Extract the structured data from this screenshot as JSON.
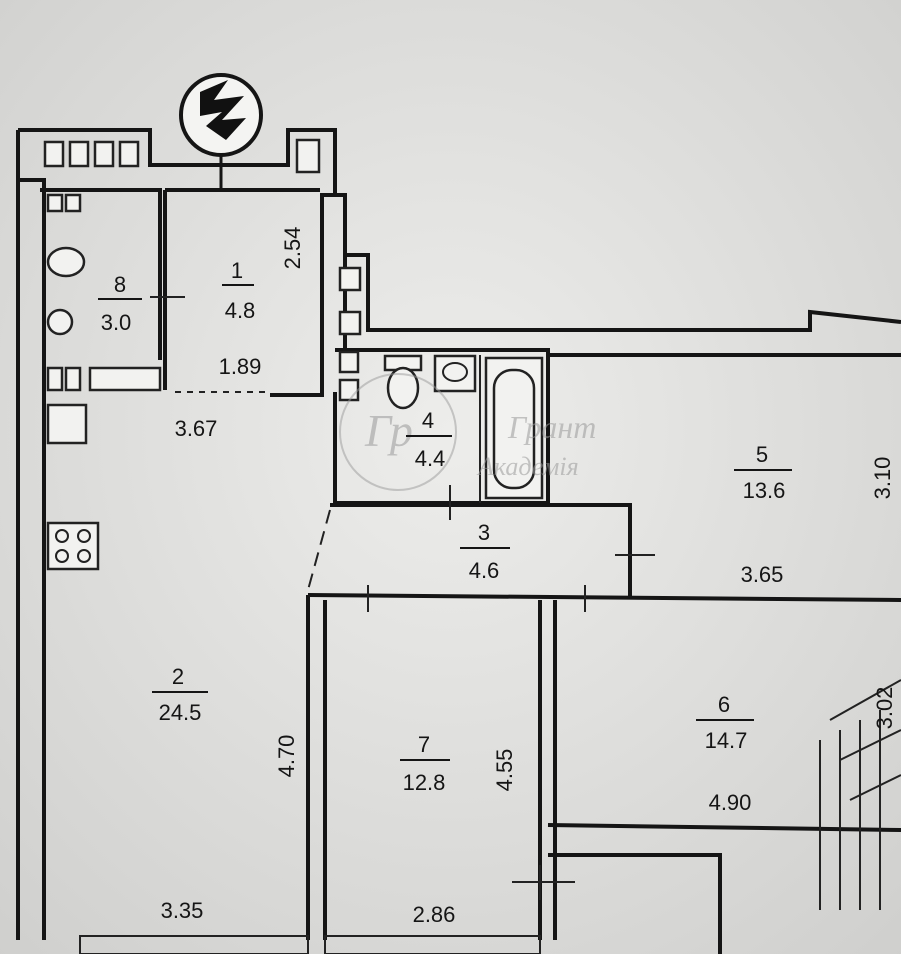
{
  "rooms": [
    {
      "number": "1",
      "area": "4.8"
    },
    {
      "number": "2",
      "area": "24.5"
    },
    {
      "number": "3",
      "area": "4.6"
    },
    {
      "number": "4",
      "area": "4.4"
    },
    {
      "number": "5",
      "area": "13.6"
    },
    {
      "number": "6",
      "area": "14.7"
    },
    {
      "number": "7",
      "area": "12.8"
    },
    {
      "number": "8",
      "area": "3.0"
    }
  ],
  "dimensions": [
    "2.54",
    "1.89",
    "3.67",
    "3.10",
    "3.65",
    "4.70",
    "4.55",
    "3.35",
    "2.86",
    "4.90",
    "3.02"
  ],
  "watermark": [
    "Гр",
    "Грант",
    "Академія"
  ]
}
